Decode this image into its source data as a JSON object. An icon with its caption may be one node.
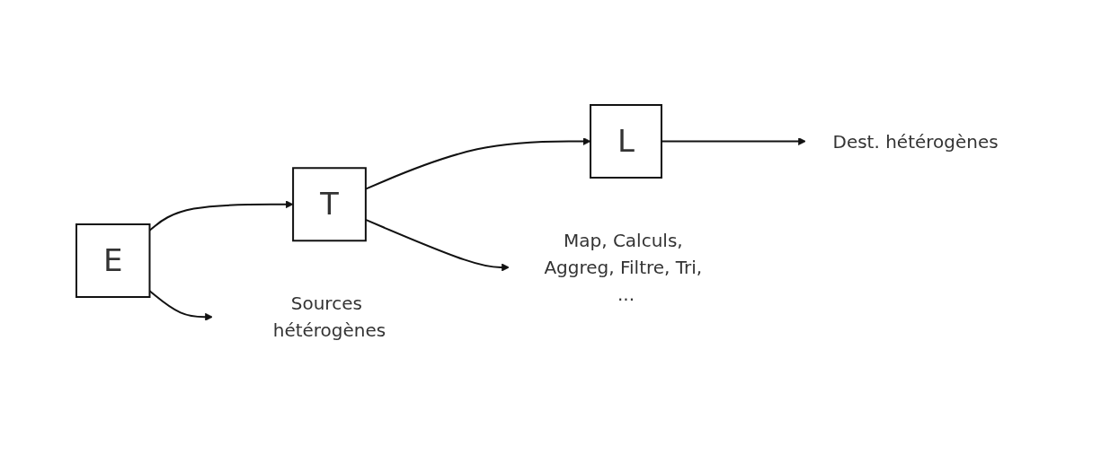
{
  "diagram": {
    "nodes": [
      {
        "text": [
          "E"
        ]
      },
      {
        "text": [
          "T"
        ]
      },
      {
        "text": [
          "L"
        ]
      },
      {
        "text": [
          "Sources hétérogènes"
        ]
      },
      {
        "text": [
          "Map, Calculs, Aggreg, Filtre, Tri, ..."
        ]
      },
      {
        "text": [
          "Dest. hétérogènes"
        ]
      }
    ],
    "edges": [
      {
        "from": 0,
        "to": 1,
        "arrow": "to"
      },
      {
        "from": 1,
        "to": 2,
        "arrow": "to"
      },
      {
        "from": 0,
        "to": 3,
        "arrow": "to"
      },
      {
        "from": 1,
        "to": 4,
        "arrow": "to"
      },
      {
        "from": 2,
        "to": 5,
        "arrow": "to"
      }
    ]
  }
}
